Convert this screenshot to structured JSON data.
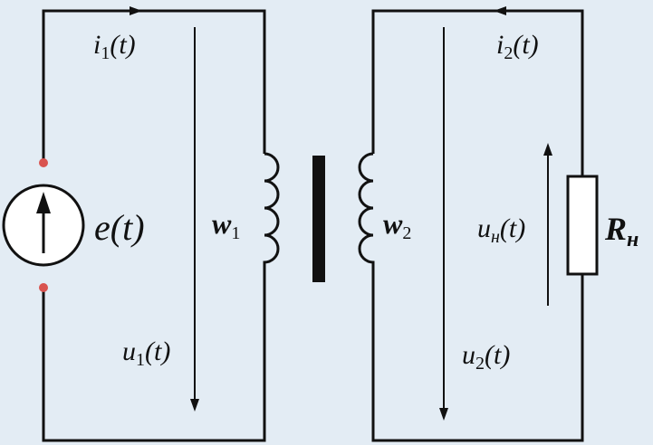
{
  "labels": {
    "i1": {
      "base": "i",
      "sub": "1",
      "arg": "(t)"
    },
    "i2": {
      "base": "i",
      "sub": "2",
      "arg": "(t)"
    },
    "e": "e(t)",
    "w1": {
      "base": "w",
      "sub": "1"
    },
    "w2": {
      "base": "w",
      "sub": "2"
    },
    "u1": {
      "base": "u",
      "sub": "1",
      "arg": "(t)"
    },
    "u2": {
      "base": "u",
      "sub": "2",
      "arg": "(t)"
    },
    "un": {
      "base": "u",
      "sub": "н",
      "arg": "(t)"
    },
    "rn": {
      "base": "R",
      "sub": "н"
    }
  },
  "colors": {
    "background": "#e3ecf4",
    "wire": "#111111",
    "terminal": "#d9534f"
  }
}
